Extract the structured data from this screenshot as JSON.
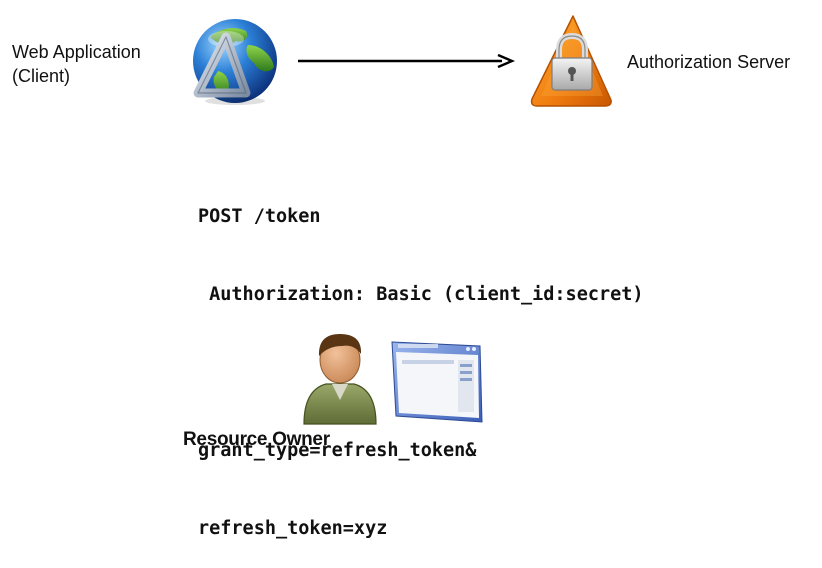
{
  "client": {
    "label_line1": "Web Application",
    "label_line2": "(Client)",
    "icon": "globe-app-icon"
  },
  "server": {
    "label": "Authorization Server",
    "icon": "padlock-warning-icon"
  },
  "request": {
    "line1": "POST /token",
    "line2": " Authorization: Basic (client_id:secret)",
    "line3": "",
    "line4": "grant_type=refresh_token&",
    "line5": "refresh_token=xyz"
  },
  "resource_owner": {
    "label": "Resource Owner",
    "person_icon": "user-icon",
    "browser_icon": "browser-window-icon"
  },
  "colors": {
    "arrow": "#000000",
    "lock_orange": "#f28a1a",
    "globe_blue": "#1f63c8",
    "globe_green": "#3f9b2a",
    "shirt_green": "#7a8a4c",
    "browser_frame": "#5a7fd0"
  }
}
